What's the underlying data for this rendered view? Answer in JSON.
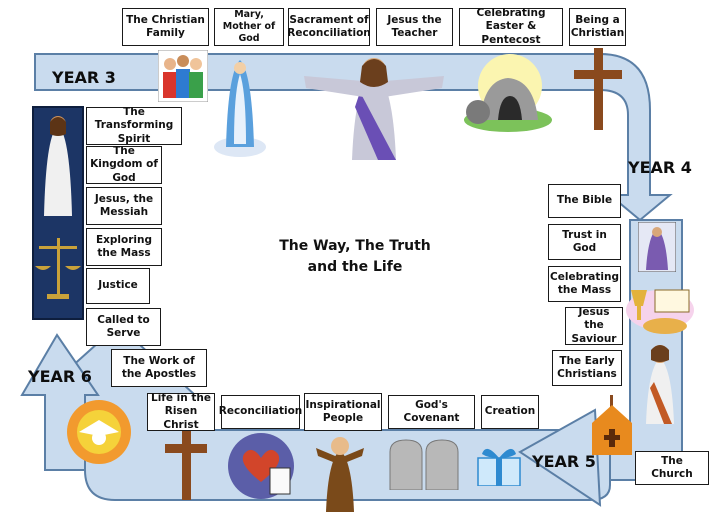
{
  "center_title": "The Way, The Truth and the Life",
  "years": {
    "y3": "YEAR 3",
    "y4": "YEAR 4",
    "y5": "YEAR 5",
    "y6": "YEAR 6"
  },
  "year3_topics": [
    "The Christian Family",
    "Mary, Mother of God",
    "Sacrament of Reconciliation",
    "Jesus the Teacher",
    "Celebrating Easter & Pentecost",
    "Being a Christian"
  ],
  "year4_topics": [
    "The Bible",
    "Trust in God",
    "Celebrating the Mass",
    "Jesus the Saviour",
    "The Early Christians",
    "The Church"
  ],
  "year5_topics": [
    "Creation",
    "God's Covenant",
    "Inspirational People",
    "Reconciliation",
    "Life in the Risen Christ"
  ],
  "year6_topics": [
    "The Work of the Apostles",
    "Called to Serve",
    "Justice",
    "Exploring the Mass",
    "Jesus, the Messiah",
    "The Kingdom of God",
    "The Transforming Spirit"
  ],
  "colors": {
    "path_fill": "#c9dbee",
    "path_stroke": "#5b7fa6",
    "year6_panel": "#1c3565"
  }
}
